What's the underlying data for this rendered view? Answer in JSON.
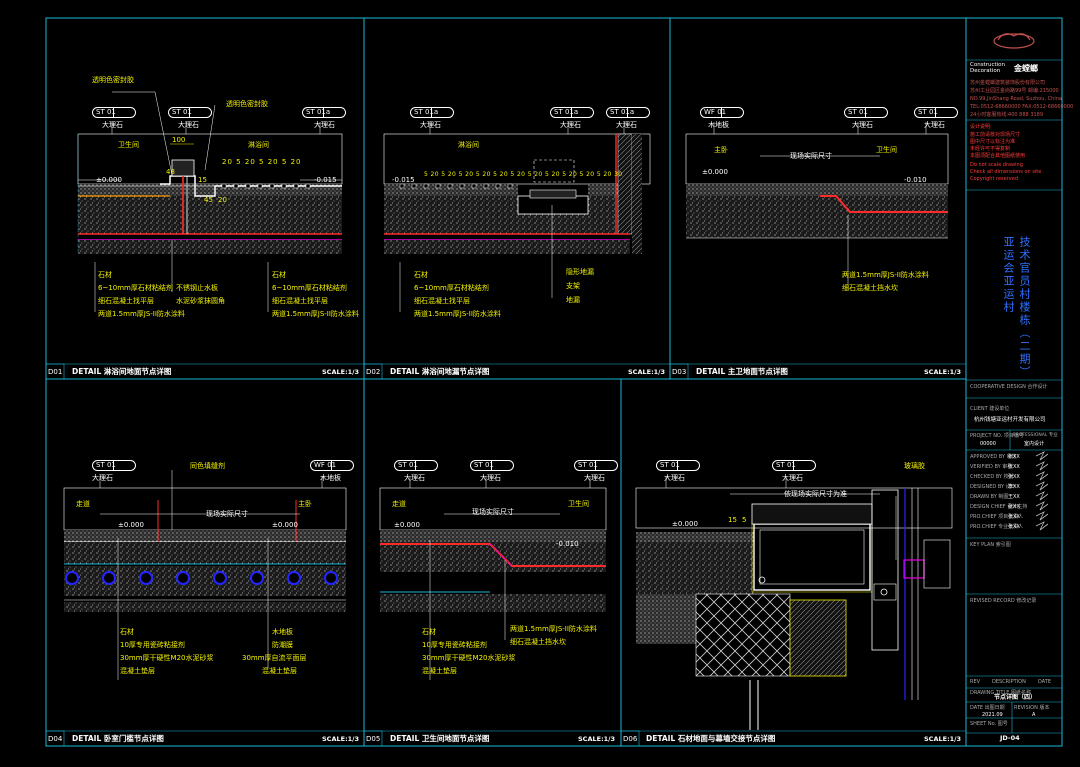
{
  "details": [
    {
      "num": "D01",
      "title": "DETAIL 淋浴间地面节点详图",
      "scale": "SCALE:1/3",
      "tags": [
        {
          "code": "ST",
          "n": "01",
          "mat": "大理石"
        },
        {
          "code": "ST",
          "n": "01",
          "mat": "大理石"
        },
        {
          "code": "ST",
          "n": "01a",
          "mat": "大理石"
        }
      ],
      "room_labels": [
        "卫生间",
        "淋浴间"
      ],
      "top_notes": [
        "透明色密封胶",
        "透明色密封胶"
      ],
      "dims": [
        "100",
        "48",
        "20",
        "5",
        "20",
        "5",
        "20",
        "5",
        "20",
        "15",
        "45",
        "20"
      ],
      "levels": [
        "±0.000",
        "-0.015"
      ],
      "left_notes": [
        "石材",
        "6~10mm厚石材粘结剂",
        "细石混凝土找平层",
        "两道1.5mm厚JS-II防水涂料"
      ],
      "mid_notes": [
        "不锈钢止水板",
        "水泥砂浆抹圆角"
      ],
      "right_notes": [
        "石材",
        "6~10mm厚石材粘结剂",
        "细石混凝土找平层",
        "两道1.5mm厚JS-II防水涂料"
      ]
    },
    {
      "num": "D02",
      "title": "DETAIL 淋浴间地漏节点详图",
      "scale": "SCALE:1/3",
      "tags": [
        {
          "code": "ST",
          "n": "01a",
          "mat": "大理石"
        },
        {
          "code": "ST",
          "n": "01a",
          "mat": "大理石"
        },
        {
          "code": "ST",
          "n": "01a",
          "mat": "大理石"
        }
      ],
      "room_labels": [
        "淋浴间"
      ],
      "levels": [
        "-0.015"
      ],
      "dims": [
        "5",
        "20",
        "5",
        "20",
        "5",
        "20",
        "5",
        "20",
        "5",
        "20",
        "5",
        "20",
        "5",
        "20",
        "5",
        "20",
        "5",
        "20",
        "5",
        "20",
        "5",
        "20",
        "30"
      ],
      "left_notes": [
        "石材",
        "6~10mm厚石材粘结剂",
        "细石混凝土找平层",
        "两道1.5mm厚JS-II防水涂料"
      ],
      "right_notes": [
        "隐形地漏",
        "支架",
        "地漏"
      ]
    },
    {
      "num": "D03",
      "title": "DETAIL 主卫地面节点详图",
      "scale": "SCALE:1/3",
      "tags": [
        {
          "code": "WF",
          "n": "01",
          "mat": "木地板"
        },
        {
          "code": "ST",
          "n": "01",
          "mat": "大理石"
        },
        {
          "code": "ST",
          "n": "01",
          "mat": "大理石"
        }
      ],
      "room_labels": [
        "主卧",
        "卫生间"
      ],
      "center_label": "现场实际尺寸",
      "levels": [
        "±0.000",
        "-0.010"
      ],
      "right_notes": [
        "两道1.5mm厚JS-II防水涂料",
        "细石混凝土挡水坎"
      ]
    },
    {
      "num": "D04",
      "title": "DETAIL 卧室门槛节点详图",
      "scale": "SCALE:1/3",
      "tags": [
        {
          "code": "ST",
          "n": "01",
          "mat": "大理石"
        },
        {
          "code": "WF",
          "n": "01",
          "mat": "木地板"
        }
      ],
      "room_labels": [
        "走道",
        "主卧"
      ],
      "top_note": "同色填缝剂",
      "center_label": "现场实际尺寸",
      "levels": [
        "±0.000",
        "±0.000"
      ],
      "left_notes": [
        "石材",
        "10厚专用瓷砖粘接剂",
        "30mm厚干硬性M20水泥砂浆",
        "混凝土垫层"
      ],
      "right_notes": [
        "木地板",
        "防潮膜",
        "30mm厚自流平面层",
        "混凝土垫层"
      ]
    },
    {
      "num": "D05",
      "title": "DETAIL 卫生间地面节点详图",
      "scale": "SCALE:1/3",
      "tags": [
        {
          "code": "ST",
          "n": "01",
          "mat": "大理石"
        },
        {
          "code": "ST",
          "n": "01",
          "mat": "大理石"
        },
        {
          "code": "ST",
          "n": "01",
          "mat": "大理石"
        }
      ],
      "room_labels": [
        "走道",
        "卫生间"
      ],
      "center_label": "现场实际尺寸",
      "levels": [
        "±0.000",
        "-0.010"
      ],
      "left_notes": [
        "石材",
        "10厚专用瓷砖粘接剂",
        "30mm厚干硬性M20水泥砂浆",
        "混凝土垫层"
      ],
      "right_notes": [
        "两道1.5mm厚JS-II防水涂料",
        "细石混凝土挡水坎"
      ]
    },
    {
      "num": "D06",
      "title": "DETAIL 石材地面与幕墙交接节点详图",
      "scale": "SCALE:1/3",
      "tags": [
        {
          "code": "ST",
          "n": "01",
          "mat": "大理石"
        },
        {
          "code": "ST",
          "n": "01",
          "mat": "大理石"
        }
      ],
      "top_note": "玻璃胶",
      "center_label": "依现场实际尺寸为准",
      "levels": [
        "±0.000"
      ],
      "dims": [
        "15",
        "5"
      ]
    }
  ],
  "title_block": {
    "company_en": [
      "Construction",
      "Decoration"
    ],
    "company_cn": "金螳螂",
    "company_full": "苏州金螳螂建筑装饰股份有限公司",
    "addr_lines": [
      "苏州工业园区金尚路99号 邮编:215000",
      "NO.99,JinShang Road, Suzhou, China",
      "TEL:0512-68660000  FAX:0512-68660000",
      "24小时客服热线:400 888 3189"
    ],
    "notes_title": "设计说明:",
    "notes_red": [
      "施工前请核对现场尺寸",
      "图中尺寸以标注为准",
      "未经许可不得复制",
      "本图须配合其他图纸使用",
      "Do not scale drawing",
      "Check all dimensions on site",
      "Copyright reserved"
    ],
    "project_vertical": [
      "亚运会亚运村",
      "技术官员村楼栋（二期）"
    ],
    "cooperative": "COOPERATIVE DESIGN 合作设计",
    "client_label": "CLIENT 建设单位",
    "client": "杭州钱塘亚运村开发有限公司",
    "project_no_label": "PROJECT NO. 项目编号",
    "project_no": "00000",
    "professional_label": "PROFESSIONAL 专业",
    "professional": "室内设计",
    "sign_rows": [
      {
        "label": "APPROVED BY 审定",
        "name": "张XX"
      },
      {
        "label": "VERIFIED BY 审核",
        "name": "张XX"
      },
      {
        "label": "CHECKED BY 校对",
        "name": "张XX"
      },
      {
        "label": "DESIGNED BY 设计",
        "name": "李XX"
      },
      {
        "label": "DRAWN BY 制图",
        "name": "王XX"
      },
      {
        "label": "DESIGN CHIEF 设计主持",
        "name": "张XX"
      },
      {
        "label": "PRO.CHIEF 项目负责人",
        "name": "张XX"
      },
      {
        "label": "PRO.CHIEF 专业负责人",
        "name": "张XX"
      }
    ],
    "key_plan": "KEY PLAN 索引图",
    "revised": "REVISED RECORD 修改记录",
    "rev_cols": [
      "REV",
      "DESCRIPTION",
      "DATE"
    ],
    "drawing_title_label": "DRAWING TITLE 图纸名称",
    "drawing_title": "节点详图（四）",
    "date_label": "DATE 出图日期",
    "date": "2021.09",
    "revision_label": "REVISION 版本",
    "revision": "A",
    "sheet_label": "SHEET No. 图号",
    "sheet_no": "JD-04"
  },
  "colors": {
    "border": "#19b8d8",
    "line": "#ffffff",
    "hatch": "#bbbbbb",
    "waterproof": "#ff2a2a",
    "magenta": "#e200e2",
    "yellow": "#f2f200",
    "blue": "#2424ff"
  }
}
